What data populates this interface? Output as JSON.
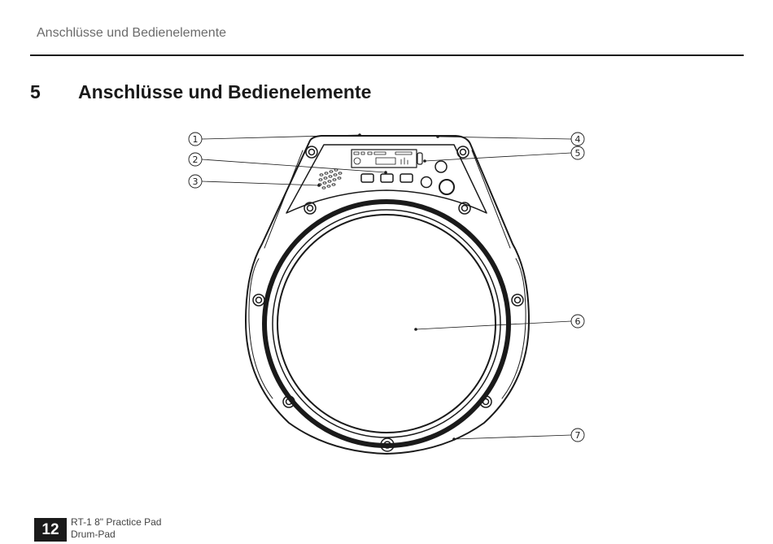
{
  "header": {
    "running_title": "Anschlüsse und Bedienelemente"
  },
  "section": {
    "number": "5",
    "title": "Anschlüsse und Bedienelemente"
  },
  "figure": {
    "callouts": [
      "1",
      "2",
      "3",
      "4",
      "5",
      "6",
      "7"
    ]
  },
  "footer": {
    "page_number": "12",
    "product_line1": "RT-1 8\" Practice Pad",
    "product_line2": "Drum-Pad"
  }
}
